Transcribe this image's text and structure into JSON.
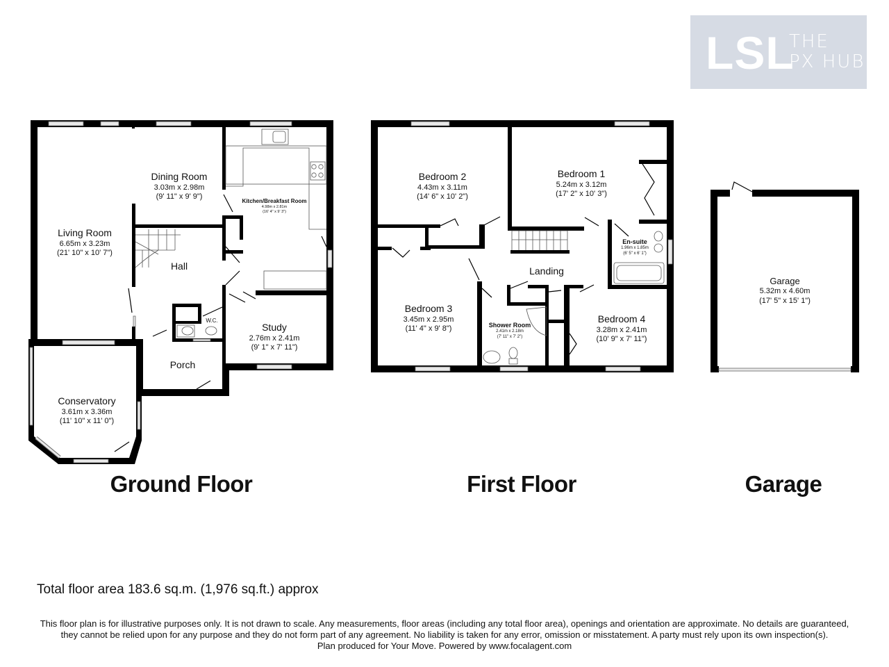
{
  "logo": {
    "main": "LSL",
    "line1": "THE",
    "line2": "PX HUB",
    "background": "#d6dbe4"
  },
  "floors": {
    "ground": {
      "title": "Ground Floor",
      "rooms": {
        "living_room": {
          "name": "Living Room",
          "metric": "6.65m x 3.23m",
          "imperial": "(21' 10\" x 10' 7\")"
        },
        "dining_room": {
          "name": "Dining Room",
          "metric": "3.03m x 2.98m",
          "imperial": "(9' 11\" x 9' 9\")"
        },
        "kitchen": {
          "name": "Kitchen/Breakfast Room",
          "metric": "4.98m x 2.81m",
          "imperial": "(16' 4\" x 9' 3\")"
        },
        "hall": {
          "name": "Hall"
        },
        "wc": {
          "name": "W.C."
        },
        "study": {
          "name": "Study",
          "metric": "2.76m x 2.41m",
          "imperial": "(9' 1\" x 7' 11\")"
        },
        "porch": {
          "name": "Porch"
        },
        "conservatory": {
          "name": "Conservatory",
          "metric": "3.61m x 3.36m",
          "imperial": "(11' 10\" x 11' 0\")"
        }
      }
    },
    "first": {
      "title": "First Floor",
      "rooms": {
        "bedroom_2": {
          "name": "Bedroom 2",
          "metric": "4.43m x 3.11m",
          "imperial": "(14' 6\" x 10' 2\")"
        },
        "bedroom_1": {
          "name": "Bedroom 1",
          "metric": "5.24m x 3.12m",
          "imperial": "(17' 2\" x 10' 3\")"
        },
        "en_suite": {
          "name": "En-suite",
          "metric": "1.96m x 1.85m",
          "imperial": "(6' 5\" x 6' 1\")"
        },
        "landing": {
          "name": "Landing"
        },
        "bedroom_3": {
          "name": "Bedroom 3",
          "metric": "3.45m x 2.95m",
          "imperial": "(11' 4\" x 9' 8\")"
        },
        "shower_room": {
          "name": "Shower Room",
          "metric": "2.41m x 2.18m",
          "imperial": "(7' 11\" x 7' 2\")"
        },
        "bedroom_4": {
          "name": "Bedroom 4",
          "metric": "3.28m x 2.41m",
          "imperial": "(10' 9\" x 7' 11\")"
        }
      }
    },
    "garage": {
      "title": "Garage",
      "rooms": {
        "garage": {
          "name": "Garage",
          "metric": "5.32m x 4.60m",
          "imperial": "(17' 5\" x 15' 1\")"
        }
      }
    }
  },
  "total_area": "Total floor area 183.6 sq.m. (1,976 sq.ft.) approx",
  "disclaimer": {
    "line1": "This floor plan is for illustrative purposes only. It is not drawn to scale. Any measurements, floor areas (including any total floor area), openings and orientation are approximate. No details are guaranteed,",
    "line2": "they cannot be relied upon for any purpose and they do not form part of any agreement. No liability is taken for any error, omission or misstatement. A party must rely upon its own inspection(s).",
    "line3": "Plan produced for Your Move. Powered by www.focalagent.com"
  },
  "colors": {
    "wall": "#000000",
    "window_fill": "#e8e8e8",
    "background": "#ffffff"
  }
}
